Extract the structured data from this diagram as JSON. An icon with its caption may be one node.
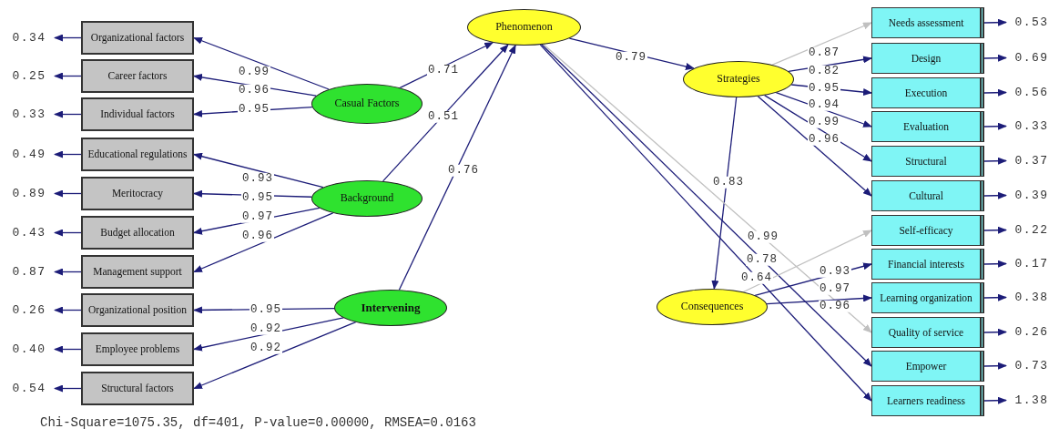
{
  "diagram": {
    "nodes": [
      {
        "text": [
          "Phenomenon"
        ]
      },
      {
        "text": [
          "Casual Factors"
        ]
      },
      {
        "text": [
          "Background"
        ]
      },
      {
        "text": [
          "Intervening"
        ]
      },
      {
        "text": [
          "Strategies"
        ]
      },
      {
        "text": [
          "Consequences"
        ]
      },
      {
        "text": [
          "Organizational factors"
        ]
      },
      {
        "text": [
          "Career factors"
        ]
      },
      {
        "text": [
          "Individual factors"
        ]
      },
      {
        "text": [
          "Educational regulations"
        ]
      },
      {
        "text": [
          "Meritocracy"
        ]
      },
      {
        "text": [
          "Budget allocation"
        ]
      },
      {
        "text": [
          "Management support"
        ]
      },
      {
        "text": [
          "Organizational position"
        ]
      },
      {
        "text": [
          "Employee problems"
        ]
      },
      {
        "text": [
          "Structural factors"
        ]
      },
      {
        "text": [
          "Needs assessment"
        ]
      },
      {
        "text": [
          "Design"
        ]
      },
      {
        "text": [
          "Execution"
        ]
      },
      {
        "text": [
          "Evaluation"
        ]
      },
      {
        "text": [
          "Structural"
        ]
      },
      {
        "text": [
          "Cultural"
        ]
      },
      {
        "text": [
          "Self-efficacy"
        ]
      },
      {
        "text": [
          "Financial interests"
        ]
      },
      {
        "text": [
          "Learning organization"
        ]
      },
      {
        "text": [
          "Quality of service"
        ]
      },
      {
        "text": [
          "Empower"
        ]
      },
      {
        "text": [
          "Learners readiness"
        ]
      },
      {
        "text": [
          "0.34"
        ]
      },
      {
        "text": [
          "0.25"
        ]
      },
      {
        "text": [
          "0.33"
        ]
      },
      {
        "text": [
          "0.49"
        ]
      },
      {
        "text": [
          "0.89"
        ]
      },
      {
        "text": [
          "0.43"
        ]
      },
      {
        "text": [
          "0.87"
        ]
      },
      {
        "text": [
          "0.26"
        ]
      },
      {
        "text": [
          "0.40"
        ]
      },
      {
        "text": [
          "0.54"
        ]
      },
      {
        "text": [
          "0.53"
        ]
      },
      {
        "text": [
          "0.69"
        ]
      },
      {
        "text": [
          "0.56"
        ]
      },
      {
        "text": [
          "0.33"
        ]
      },
      {
        "text": [
          "0.37"
        ]
      },
      {
        "text": [
          "0.39"
        ]
      },
      {
        "text": [
          "0.22"
        ]
      },
      {
        "text": [
          "0.17"
        ]
      },
      {
        "text": [
          "0.38"
        ]
      },
      {
        "text": [
          "0.26"
        ]
      },
      {
        "text": [
          "0.73"
        ]
      },
      {
        "text": [
          "1.38"
        ]
      }
    ],
    "edges": [
      {
        "from": 1,
        "to": 0,
        "arrow": "to",
        "label": "0.71"
      },
      {
        "from": 2,
        "to": 0,
        "arrow": "to",
        "label": "0.51"
      },
      {
        "from": 3,
        "to": 0,
        "arrow": "to",
        "label": "0.76"
      },
      {
        "from": 0,
        "to": 4,
        "arrow": "to",
        "label": "0.79"
      },
      {
        "from": 4,
        "to": 5,
        "arrow": "to",
        "label": "0.83"
      },
      {
        "from": 0,
        "to": 25,
        "arrow": "to",
        "label": "0.99",
        "color": "#c0c0c0"
      },
      {
        "from": 0,
        "to": 26,
        "arrow": "to",
        "label": "0.78"
      },
      {
        "from": 0,
        "to": 27,
        "arrow": "to",
        "label": "0.64"
      },
      {
        "from": 1,
        "to": 6,
        "arrow": "to",
        "label": "0.99"
      },
      {
        "from": 1,
        "to": 7,
        "arrow": "to",
        "label": "0.96"
      },
      {
        "from": 1,
        "to": 8,
        "arrow": "to",
        "label": "0.95"
      },
      {
        "from": 2,
        "to": 9,
        "arrow": "to",
        "label": "0.93"
      },
      {
        "from": 2,
        "to": 10,
        "arrow": "to",
        "label": "0.95"
      },
      {
        "from": 2,
        "to": 11,
        "arrow": "to",
        "label": "0.97"
      },
      {
        "from": 2,
        "to": 12,
        "arrow": "to",
        "label": "0.96"
      },
      {
        "from": 3,
        "to": 13,
        "arrow": "to",
        "label": "0.95"
      },
      {
        "from": 3,
        "to": 14,
        "arrow": "to",
        "label": "0.92"
      },
      {
        "from": 3,
        "to": 15,
        "arrow": "to",
        "label": "0.92"
      },
      {
        "from": 4,
        "to": 16,
        "arrow": "to",
        "label": "0.87",
        "color": "#c0c0c0"
      },
      {
        "from": 4,
        "to": 17,
        "arrow": "to",
        "label": "0.82"
      },
      {
        "from": 4,
        "to": 18,
        "arrow": "to",
        "label": "0.95"
      },
      {
        "from": 4,
        "to": 19,
        "arrow": "to",
        "label": "0.94"
      },
      {
        "from": 4,
        "to": 20,
        "arrow": "to",
        "label": "0.99"
      },
      {
        "from": 4,
        "to": 21,
        "arrow": "to",
        "label": "0.96"
      },
      {
        "from": 5,
        "to": 22,
        "arrow": "to",
        "label": "0.93",
        "color": "#c0c0c0"
      },
      {
        "from": 5,
        "to": 23,
        "arrow": "to",
        "label": "0.97"
      },
      {
        "from": 5,
        "to": 24,
        "arrow": "to",
        "label": "0.96"
      },
      {
        "from": 6,
        "to": 28,
        "arrow": "to"
      },
      {
        "from": 7,
        "to": 29,
        "arrow": "to"
      },
      {
        "from": 8,
        "to": 30,
        "arrow": "to"
      },
      {
        "from": 9,
        "to": 31,
        "arrow": "to"
      },
      {
        "from": 10,
        "to": 32,
        "arrow": "to"
      },
      {
        "from": 11,
        "to": 33,
        "arrow": "to"
      },
      {
        "from": 12,
        "to": 34,
        "arrow": "to"
      },
      {
        "from": 13,
        "to": 35,
        "arrow": "to"
      },
      {
        "from": 14,
        "to": 36,
        "arrow": "to"
      },
      {
        "from": 15,
        "to": 37,
        "arrow": "to"
      },
      {
        "from": 16,
        "to": 38,
        "arrow": "to"
      },
      {
        "from": 17,
        "to": 39,
        "arrow": "to"
      },
      {
        "from": 18,
        "to": 40,
        "arrow": "to"
      },
      {
        "from": 19,
        "to": 41,
        "arrow": "to"
      },
      {
        "from": 20,
        "to": 42,
        "arrow": "to"
      },
      {
        "from": 21,
        "to": 43,
        "arrow": "to"
      },
      {
        "from": 22,
        "to": 44,
        "arrow": "to"
      },
      {
        "from": 23,
        "to": 45,
        "arrow": "to"
      },
      {
        "from": 24,
        "to": 46,
        "arrow": "to"
      },
      {
        "from": 25,
        "to": 47,
        "arrow": "to"
      },
      {
        "from": 26,
        "to": 48,
        "arrow": "to"
      },
      {
        "from": 27,
        "to": 49,
        "arrow": "to"
      }
    ],
    "labels": [
      "Chi-Square=1075.35, df=401, P-value=0.00000, RMSEA=0.0163"
    ]
  }
}
